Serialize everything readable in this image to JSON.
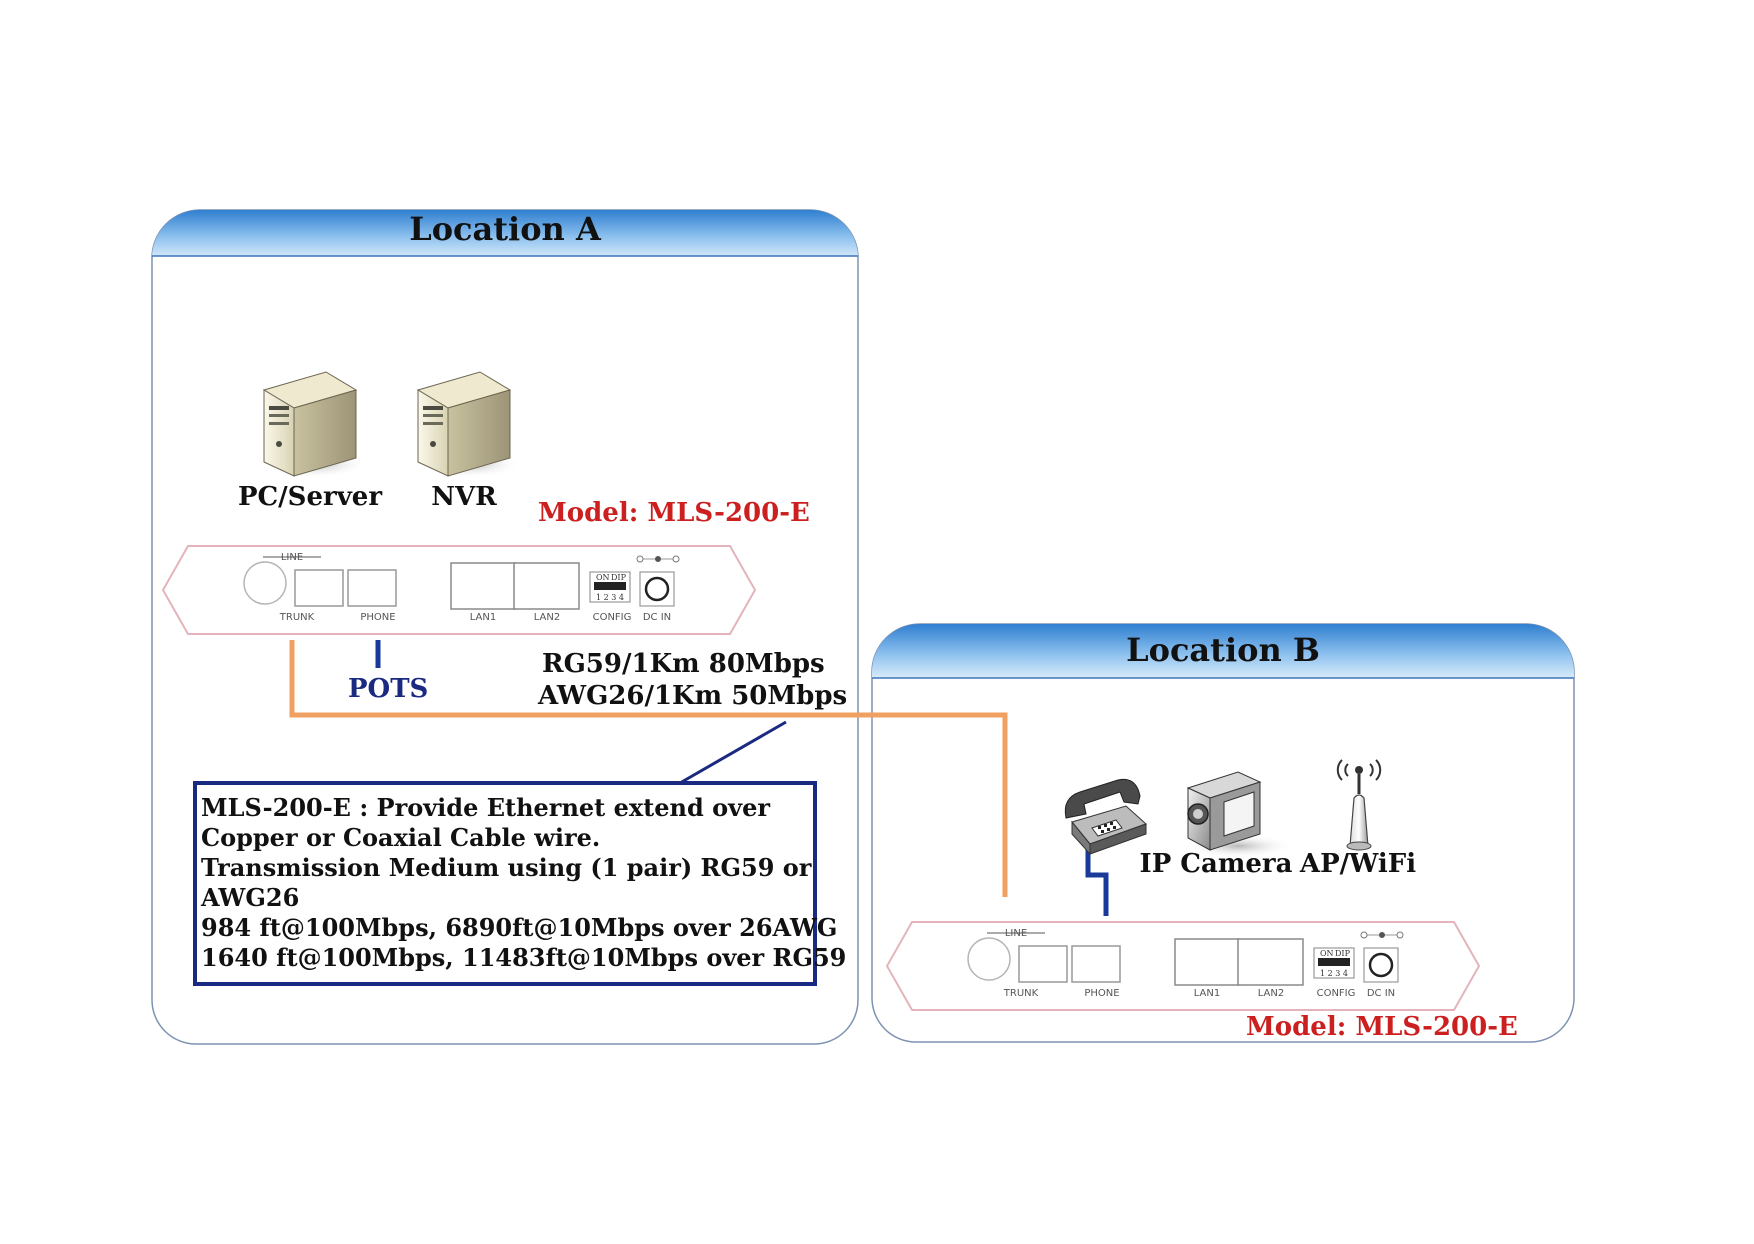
{
  "locations": {
    "a": {
      "title": "Location A"
    },
    "b": {
      "title": "Location B"
    }
  },
  "devices_a": {
    "pc_server": "PC/Server",
    "nvr": "NVR"
  },
  "devices_b": {
    "ip_camera": "IP Camera",
    "ap_wifi": "AP/WiFi"
  },
  "model_label_a": "Model: MLS-200-E",
  "model_label_b": "Model: MLS-200-E",
  "device_panel": {
    "line": "LINE",
    "trunk": "TRUNK",
    "phone": "PHONE",
    "lan1": "LAN1",
    "lan2": "LAN2",
    "config": "CONFIG",
    "dc_in": "DC IN",
    "dip_on": "ON",
    "dip_label": "DIP",
    "dip_numbers": "1 2 3 4"
  },
  "pots_label": "POTS",
  "speeds": {
    "rg59": "RG59/1Km 80Mbps",
    "awg26": "AWG26/1Km 50Mbps"
  },
  "info_box": {
    "lines": [
      "MLS-200-E : Provide  Ethernet extend over",
      "Copper or Coaxial Cable wire.",
      "Transmission Medium using (1 pair) RG59 or",
      "AWG26",
      "984 ft@100Mbps, 6890ft@10Mbps over 26AWG",
      "1640 ft@100Mbps, 11483ft@10Mbps over RG59"
    ]
  },
  "colors": {
    "header_blue": "#6aaee6",
    "link_orange": "#f0a060",
    "phone_blue": "#1a3a9a",
    "info_border": "#1a2a80",
    "model_red": "#cc1f1f"
  }
}
